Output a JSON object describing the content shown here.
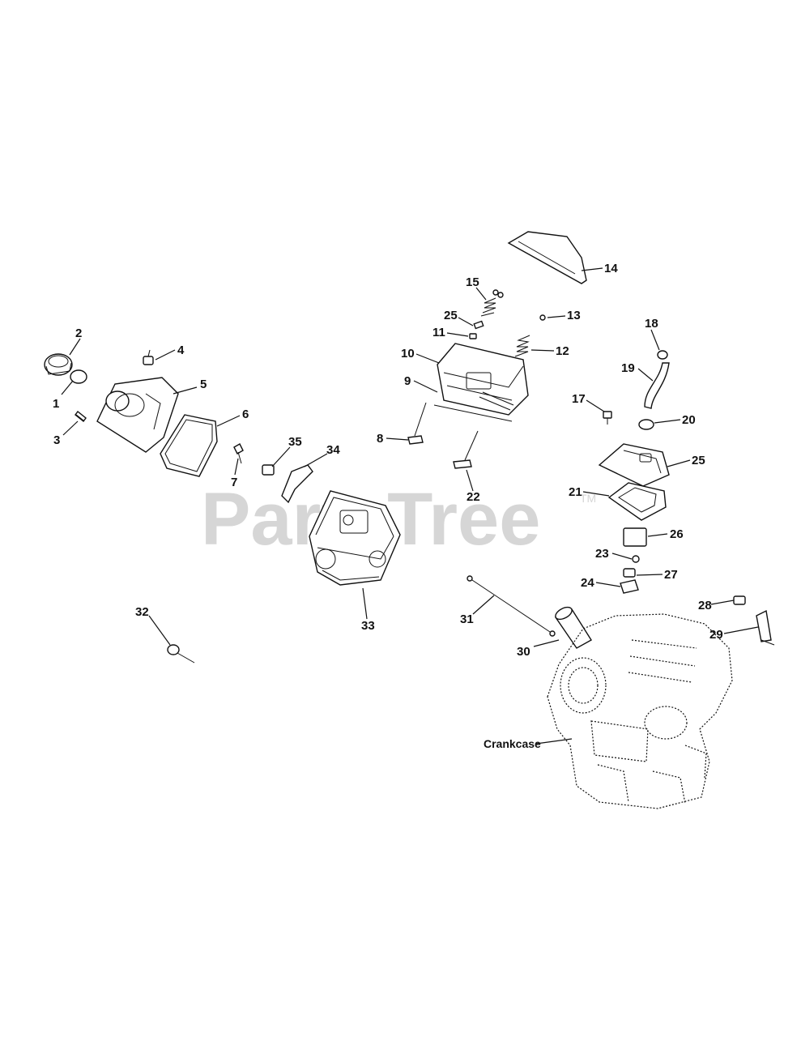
{
  "watermark": {
    "text": "PartsTree",
    "mark": "TM"
  },
  "crankcase_label": "Crankcase",
  "callouts": [
    "1",
    "2",
    "3",
    "4",
    "5",
    "6",
    "7",
    "8",
    "9",
    "10",
    "11",
    "12",
    "13",
    "14",
    "15",
    "17",
    "18",
    "19",
    "20",
    "21",
    "22",
    "23",
    "24",
    "25",
    "25",
    "26",
    "27",
    "28",
    "29",
    "30",
    "31",
    "32",
    "33",
    "34",
    "35"
  ]
}
